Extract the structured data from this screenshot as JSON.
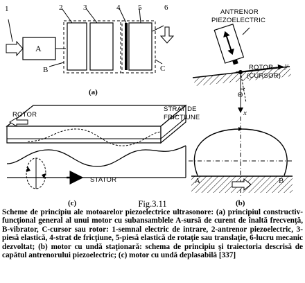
{
  "figure_number": "Fig.3.11",
  "panel_a": {
    "numbers": [
      "1",
      "2",
      "3",
      "4",
      "5",
      "6"
    ],
    "block_a": "A",
    "label_b": "B",
    "label_c": "C",
    "sublabel": "(a)"
  },
  "panel_b": {
    "antrenor_line1": "ANTRENOR",
    "antrenor_line2": "PIEZOELECTRIC",
    "rotor_line1": "ROTOR",
    "rotor_line2": "(CURSOR)",
    "axis_y": "y",
    "axis_x": "x",
    "angle": "Θ",
    "point_a": "A",
    "point_b": "B",
    "sublabel": "(b)"
  },
  "panel_c": {
    "strat_line1": "STRAT DE",
    "strat_line2": "FRICŢIUNE",
    "rotor": "ROTOR",
    "stator": "STATOR",
    "sublabel": "(c)"
  },
  "caption": "Scheme de principiu ale motoarelor piezoelectrice ultrasonore: (a) principiul constructiv-funcţional general al unui motor cu subansamblele A-sursă de curent de înaltă frecvenţă, B-vibrator, C-cursor sau rotor: 1-semnal electric de intrare, 2-antrenor piezoelectric, 3-piesă elastică, 4-strat de fricţiune, 5-piesă elastică de rotaţie sau translaţie, 6-lucru mecanic dezvoltat; (b) motor cu undă staţionară: schema de principiu şi traiectoria descrisă de capătul antrenorului piezoelectric; (c) motor cu undă deplasabilă [337]"
}
